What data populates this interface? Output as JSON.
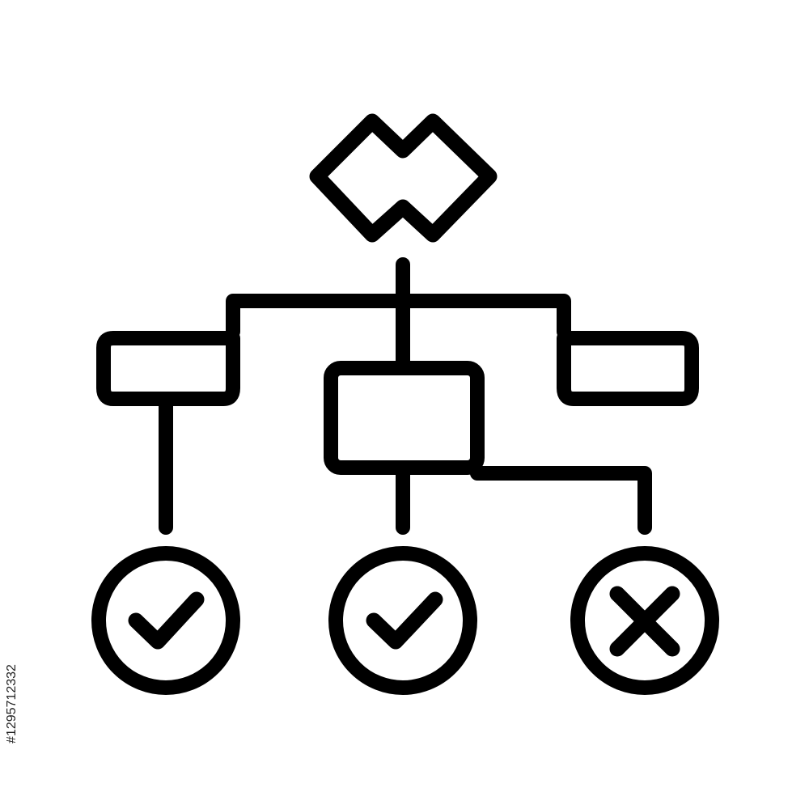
{
  "colors": {
    "background": "#ffffff",
    "stroke": "#000000",
    "text": "#222222"
  },
  "flowchart": {
    "decision": {
      "icon": "decision-diamond-icon"
    },
    "process_boxes": [
      {
        "name": "left-process-box"
      },
      {
        "name": "center-process-box"
      },
      {
        "name": "right-process-box"
      }
    ],
    "outcomes": [
      {
        "name": "left-outcome",
        "icon": "check-icon",
        "result": "approved"
      },
      {
        "name": "center-outcome",
        "icon": "check-icon",
        "result": "approved"
      },
      {
        "name": "right-outcome",
        "icon": "cross-icon",
        "result": "rejected"
      }
    ]
  },
  "watermark": {
    "stock_id": "#1295712332"
  }
}
